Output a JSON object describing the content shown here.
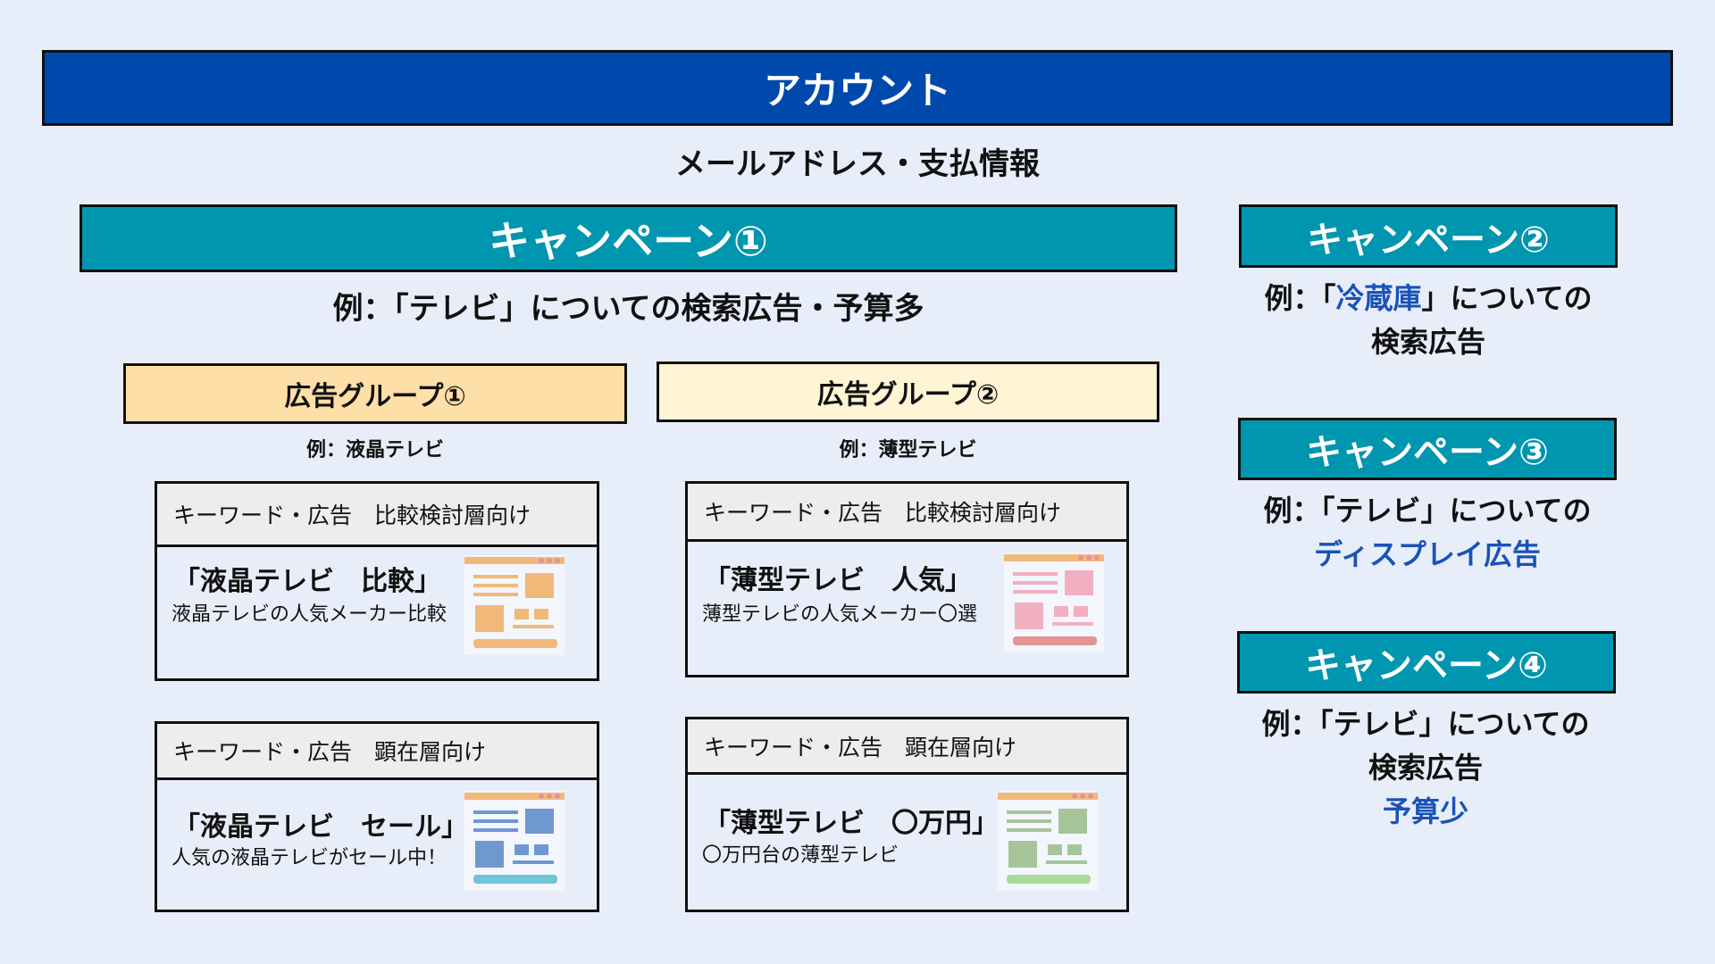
{
  "account": {
    "title": "アカウント",
    "subtitle": "メールアドレス・支払情報"
  },
  "campaigns": [
    {
      "title": "キャンペーン①",
      "desc": "例：「テレビ」についての検索広告・予算多"
    },
    {
      "title": "キャンペーン②",
      "desc_prefix": "例：「",
      "desc_highlight": "冷蔵庫",
      "desc_suffix": "」についての",
      "desc_line2": "検索広告"
    },
    {
      "title": "キャンペーン③",
      "desc_line1": "例：「テレビ」についての",
      "desc_highlight": "ディスプレイ広告"
    },
    {
      "title": "キャンペーン④",
      "desc_line1": "例：「テレビ」についての",
      "desc_line2": "検索広告",
      "desc_highlight": "予算少"
    }
  ],
  "ad_groups": [
    {
      "title": "広告グループ①",
      "example": "例：液晶テレビ",
      "color": "#FFDFA8",
      "keyword_sets": [
        {
          "header": "キーワード・広告　比較検討層向け",
          "keyword": "「液晶テレビ　比較」",
          "ad_text": "液晶テレビの人気メーカー比較",
          "illustration": "webpage-icon",
          "accent": "#F0B97A",
          "button": "#F0B97A"
        },
        {
          "header": "キーワード・広告　顕在層向け",
          "keyword": "「液晶テレビ　セール」",
          "ad_text": "人気の液晶テレビがセール中！",
          "illustration": "webpage-icon",
          "accent": "#7098D0",
          "button": "#70C4D8"
        }
      ]
    },
    {
      "title": "広告グループ②",
      "example": "例：薄型テレビ",
      "color": "#FFF4D4",
      "keyword_sets": [
        {
          "header": "キーワード・広告　比較検討層向け",
          "keyword": "「薄型テレビ　人気」",
          "ad_text": "薄型テレビの人気メーカー〇選",
          "illustration": "webpage-icon",
          "accent": "#F2AFC0",
          "button": "#E39494"
        },
        {
          "header": "キーワード・広告　顕在層向け",
          "keyword": "「薄型テレビ　〇万円」",
          "ad_text": "〇万円台の薄型テレビ",
          "illustration": "webpage-icon",
          "accent": "#A6C49A",
          "button": "#A9DC9A"
        }
      ]
    }
  ],
  "colors": {
    "account": "#0049AC",
    "campaign": "#0096B0",
    "highlight": "#1A52B8",
    "background": "#E8EEF9"
  }
}
